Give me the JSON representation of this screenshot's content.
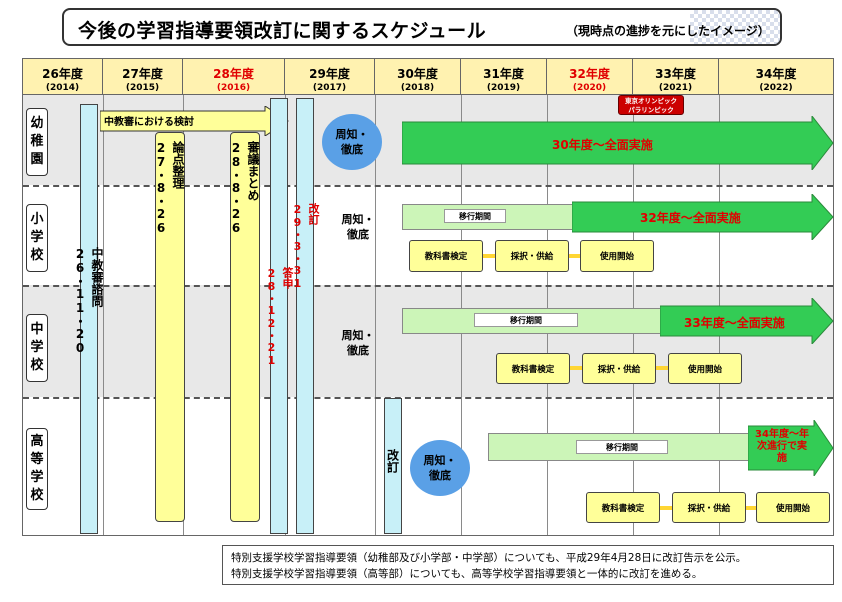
{
  "title": {
    "main": "今後の学習指導要領改訂に関するスケジュール",
    "sub": "（現時点の進捗を元にしたイメージ）"
  },
  "years": [
    {
      "label": "26年度",
      "sub": "(2014)",
      "highlight": false
    },
    {
      "label": "27年度",
      "sub": "(2015)",
      "highlight": false
    },
    {
      "label": "28年度",
      "sub": "(2016)",
      "highlight": true
    },
    {
      "label": "29年度",
      "sub": "(2017)",
      "highlight": false
    },
    {
      "label": "30年度",
      "sub": "(2018)",
      "highlight": false
    },
    {
      "label": "31年度",
      "sub": "(2019)",
      "highlight": false
    },
    {
      "label": "32年度",
      "sub": "(2020)",
      "highlight": true
    },
    {
      "label": "33年度",
      "sub": "(2021)",
      "highlight": false
    },
    {
      "label": "34年度",
      "sub": "(2022)",
      "highlight": false
    }
  ],
  "olympic": "東京オリンピック\nパラリンピック",
  "rows": {
    "kindergarten": "幼\n稚\n園",
    "elementary": "小\n学\n校",
    "junior": "中\n学\n校",
    "high": "高\n等\n学\n校"
  },
  "council": {
    "review": "中教審における検討",
    "inquiry": "中教審諮問\n26・11・20",
    "issue_summary": "論点整理\n27・8・26",
    "deliberation_summary": "審議まとめ\n28・8・26",
    "report": "答申\n28・12・21",
    "revision": "改訂\n29・3・31",
    "revision_high": "改訂"
  },
  "kindergarten": {
    "notice": "周知・\n徹底",
    "full": "30年度～全面実施"
  },
  "elementary": {
    "notice": "周知・\n徹底",
    "transition": "移行期間",
    "full": "32年度～全面実施",
    "steps": [
      "教科書検定",
      "採択・供給",
      "使用開始"
    ]
  },
  "junior": {
    "notice": "周知・\n徹底",
    "transition": "移行期間",
    "full": "33年度～全面実施",
    "steps": [
      "教科書検定",
      "採択・供給",
      "使用開始"
    ]
  },
  "high": {
    "notice": "周知・\n徹底",
    "transition": "移行期間",
    "full": "34年度～年\n次進行で実\n施",
    "steps": [
      "教科書検定",
      "採択・供給",
      "使用開始"
    ]
  },
  "note": [
    "特別支援学校学習指導要領（幼稚部及び小学部・中学部）についても、平成29年4月28日に改訂告示を公示。",
    "特別支援学校学習指導要領（高等部）についても、高等学校学習指導要領と一体的に改訂を進める。"
  ],
  "colors": {
    "header": "#fff2b0",
    "band": "#e8e8e8",
    "green": "#33cc55",
    "light_green": "#ccf5b8",
    "yellow_box": "#ffff99",
    "council_bar": "#ffff99",
    "cyan_bar": "#c8f0f8",
    "circle": "#5aa0e6",
    "red_text": "#e00000",
    "olympic_badge": "#cc0000"
  }
}
